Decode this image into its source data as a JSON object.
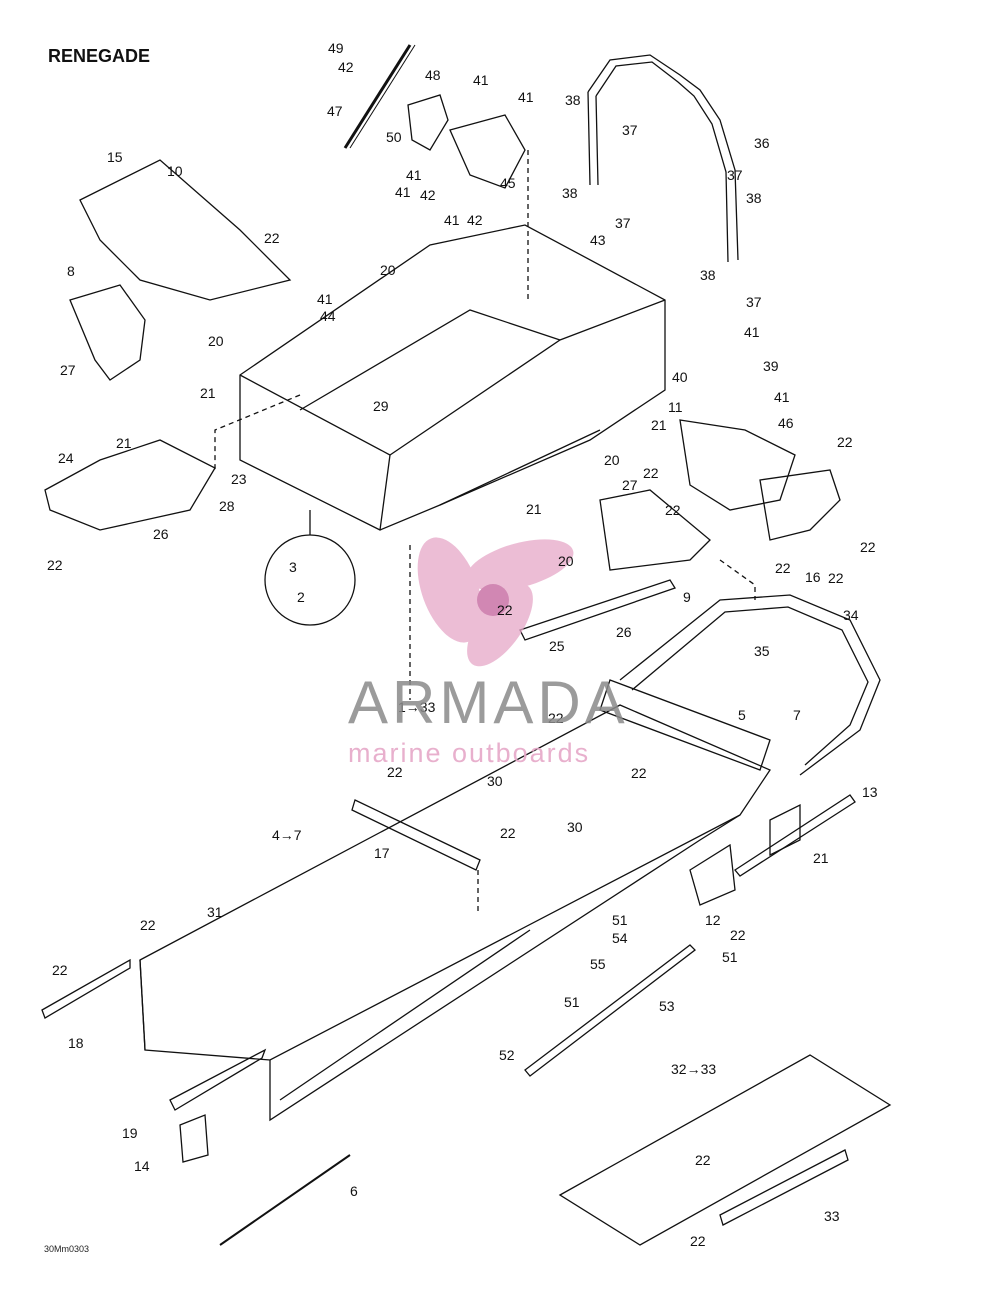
{
  "title": "RENEGADE",
  "drawing_code": "30Mm0303",
  "watermark": {
    "brand": "ARMADA",
    "tagline": "marine outboards",
    "logo": "propeller-logo",
    "color_pink": "#e6a8c8",
    "color_grey": "#8a8a8a"
  },
  "callouts": [
    "49",
    "42",
    "48",
    "47",
    "41",
    "41",
    "50",
    "41",
    "41",
    "42",
    "45",
    "41",
    "42",
    "43",
    "38",
    "37",
    "36",
    "37",
    "38",
    "37",
    "38",
    "38",
    "37",
    "15",
    "10",
    "22",
    "8",
    "41",
    "44",
    "20",
    "20",
    "21",
    "27",
    "29",
    "24",
    "21",
    "23",
    "28",
    "26",
    "22",
    "41",
    "39",
    "40",
    "41",
    "46",
    "11",
    "21",
    "22",
    "22",
    "20",
    "27",
    "21",
    "22",
    "20",
    "22",
    "9",
    "16",
    "22",
    "22",
    "26",
    "3",
    "2",
    "22",
    "25",
    "34",
    "35",
    "1→33",
    "22",
    "5",
    "7",
    "22",
    "30",
    "22",
    "30",
    "4→7",
    "17",
    "22",
    "13",
    "21",
    "12",
    "22",
    "22",
    "31",
    "51",
    "54",
    "51",
    "22",
    "18",
    "55",
    "51",
    "53",
    "52",
    "19",
    "14",
    "32→33",
    "22",
    "6",
    "33",
    "22"
  ]
}
